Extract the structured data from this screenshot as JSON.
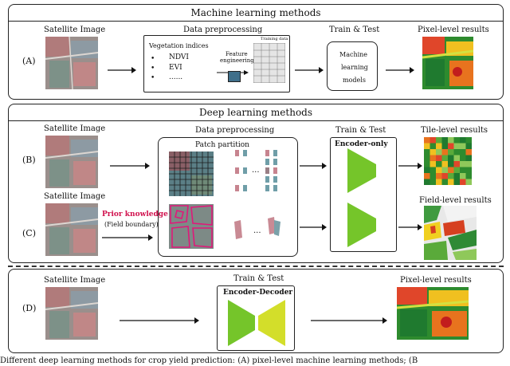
{
  "ml": {
    "title": "Machine learning methods",
    "satellite_label": "Satellite Image",
    "row_label": "(A)",
    "preproc_label": "Data preprocessing",
    "veg_title": "Vegetation indices",
    "veg_items": [
      "NDVI",
      "EVI",
      "......"
    ],
    "feature_label_1": "Feature",
    "feature_label_2": "engineering",
    "training_label": "Training data",
    "train_test_label": "Train & Test",
    "model_text_1": "Machine",
    "model_text_2": "learning",
    "model_text_3": "models",
    "results_label": "Pixel-level results"
  },
  "dl": {
    "title": "Deep learning methods",
    "satellite_label_b": "Satellite Image",
    "satellite_label_c": "Satellite Image",
    "row_label_b": "(B)",
    "row_label_c": "(C)",
    "preproc_label": "Data preprocessing",
    "patch_label": "Patch partition",
    "prior_label": "Prior knowledge",
    "field_boundary_label": "(Field boundary)",
    "train_test_label": "Train & Test",
    "encoder_only_label": "Encoder-only",
    "tile_results_label": "Tile-level results",
    "field_results_label": "Field-level results",
    "ellipsis": "..."
  },
  "ed": {
    "satellite_label": "Satellite Image",
    "row_label": "(D)",
    "train_test_label": "Train & Test",
    "encoder_decoder_label": "Encoder-Decoder",
    "results_label": "Pixel-level results"
  },
  "caption": "Different deep learning methods for crop yield prediction: (A) pixel-level machine learning methods; (B"
}
